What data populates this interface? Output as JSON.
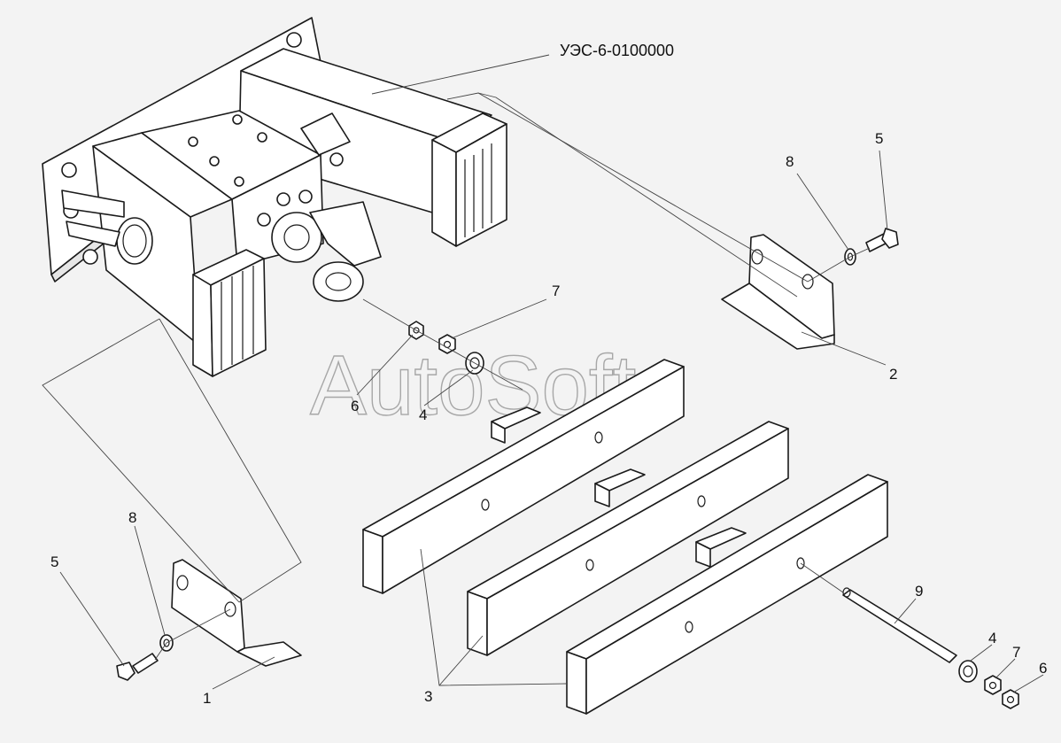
{
  "assembly_title": "УЭС-6-0100000",
  "watermark": "AutoSoft",
  "callouts": {
    "c5_right": "5",
    "c8_right": "8",
    "c2": "2",
    "c7_top": "7",
    "c6_top": "6",
    "c4_top": "4",
    "c8_left": "8",
    "c5_left": "5",
    "c1": "1",
    "c9": "9",
    "c4_bottom": "4",
    "c7_bottom": "7",
    "c6_bottom": "6",
    "c3": "3"
  }
}
